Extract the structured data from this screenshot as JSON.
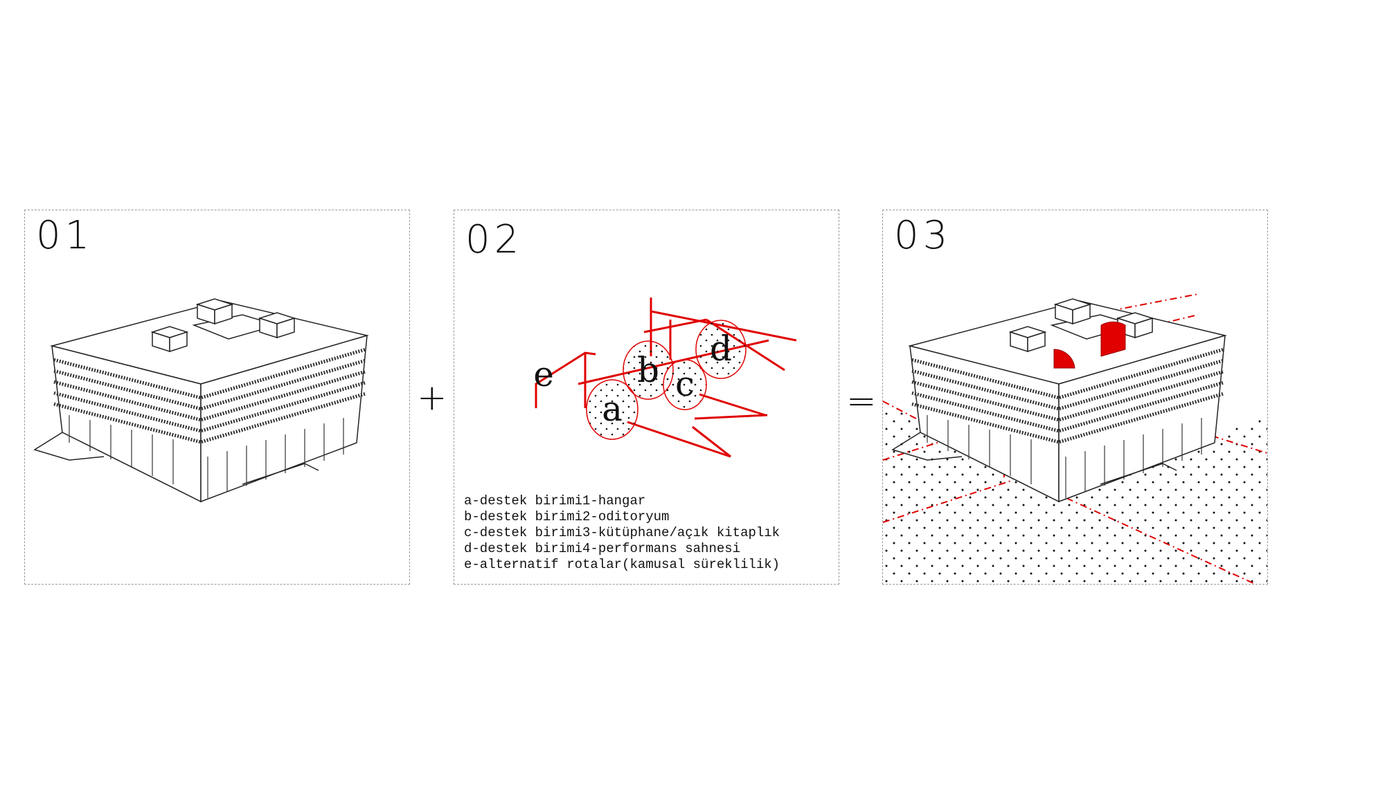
{
  "panels": [
    {
      "number": "01"
    },
    {
      "number": "02",
      "circle_labels": [
        "a",
        "b",
        "c",
        "d",
        "e"
      ],
      "legend": [
        "a-destek birimi1-hangar",
        "b-destek birimi2-oditoryum",
        "c-destek birimi3-kütüphane/açık kitaplık",
        "d-destek birimi4-performans sahnesi",
        "e-alternatif rotalar(kamusal süreklilik)"
      ]
    },
    {
      "number": "03"
    }
  ],
  "operators": {
    "plus": "+",
    "equals": "="
  },
  "colors": {
    "accent": "#e00000",
    "line": "#222222",
    "frame": "#999999"
  }
}
